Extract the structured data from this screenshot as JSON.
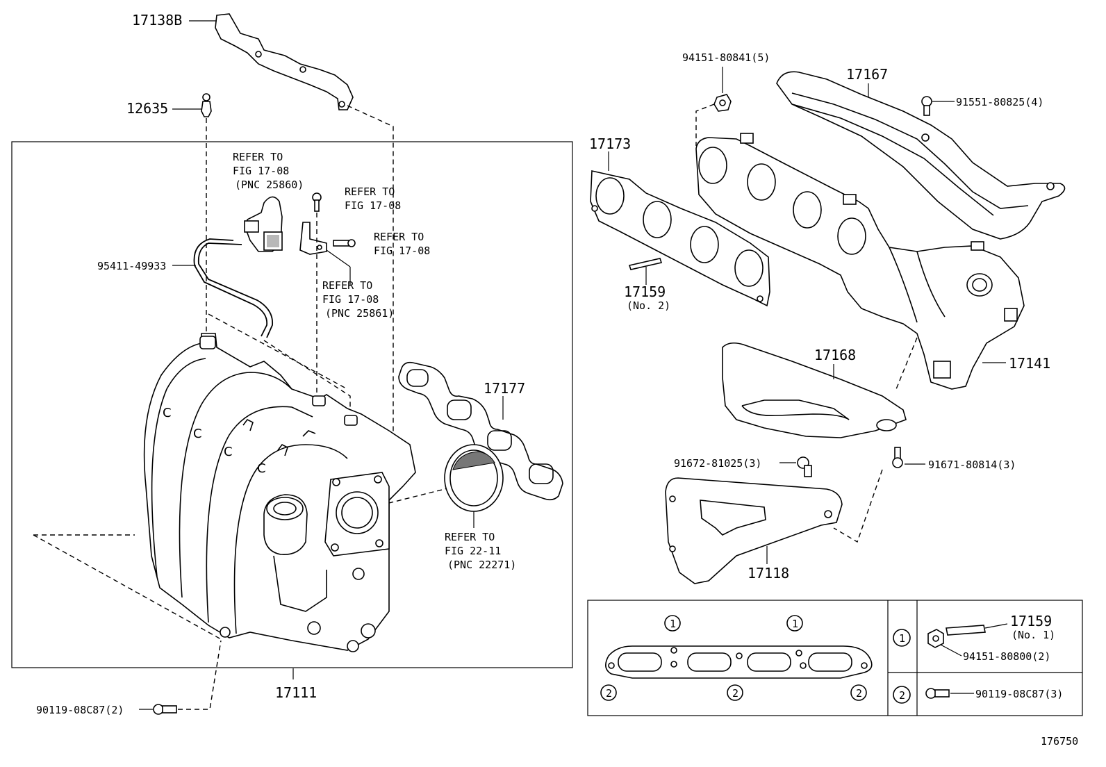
{
  "figure_number": "176750",
  "labels": {
    "p17138B": "17138B",
    "p12635": "12635",
    "p95411": "95411-49933",
    "p17111": "17111",
    "p90119_2": "90119-08C87(2)",
    "p17177": "17177",
    "p94151_5": "94151-80841(5)",
    "p17167": "17167",
    "p91551": "91551-80825(4)",
    "p17173": "17173",
    "p17159_2": "17159",
    "p17159_2_sub": "(No. 2)",
    "p17168": "17168",
    "p17141": "17141",
    "p91672": "91672-81025(3)",
    "p91671": "91671-80814(3)",
    "p17118": "17118",
    "p17159_1": "17159",
    "p17159_1_sub": "(No. 1)",
    "p94151_2": "94151-80800(2)",
    "p90119_3": "90119-08C87(3)"
  },
  "refs": {
    "r1": [
      "REFER TO",
      "FIG 17-08",
      "(PNC 25860)"
    ],
    "r2": [
      "REFER TO",
      "FIG 17-08"
    ],
    "r3": [
      "REFER TO",
      "FIG 17-08"
    ],
    "r4": [
      "REFER TO",
      "FIG 17-08",
      "(PNC 25861)"
    ],
    "r5": [
      "REFER TO",
      "FIG 22-11",
      "(PNC 22271)"
    ]
  },
  "legend": {
    "marker1": "1",
    "marker2": "2"
  }
}
